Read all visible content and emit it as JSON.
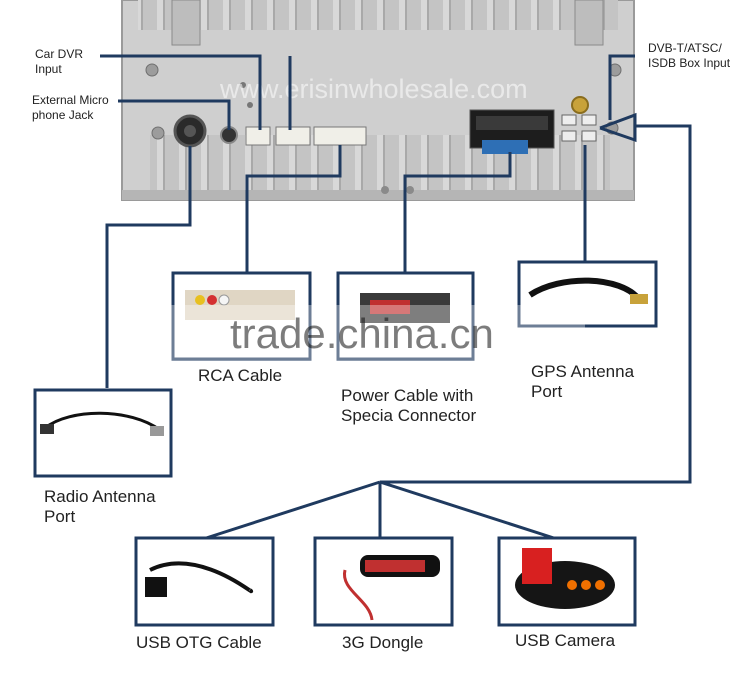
{
  "watermarks": {
    "top": "www.erisinwholesale.com",
    "middle": "trade.china.cn"
  },
  "ports": {
    "car_dvr": "Car DVR\nInput",
    "mic": "External Micro\nphone Jack",
    "dvb": "DVB-T/ATSC/\nISDB Box Input"
  },
  "accessories": {
    "rca": "RCA Cable",
    "power": "Power Cable with\nSpecia Connector",
    "gps": "GPS Antenna\nPort",
    "radio": "Radio Antenna\nPort",
    "usb_otg": "USB OTG Cable",
    "dongle": "3G Dongle",
    "camera": "USB Camera"
  },
  "colors": {
    "line": "#1f3a5f",
    "chassis": "#c9c9c9",
    "connector_blue": "#2e6fb5"
  }
}
